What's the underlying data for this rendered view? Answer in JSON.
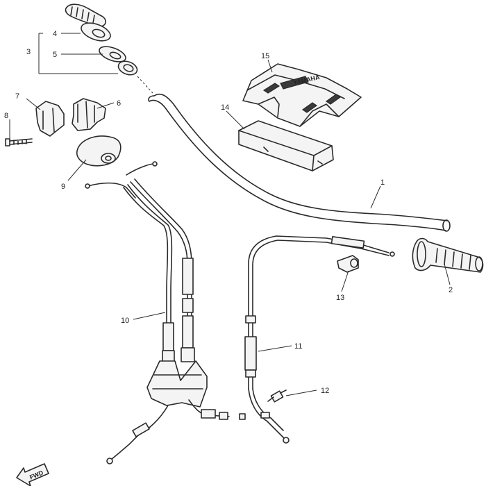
{
  "callouts": {
    "c1": "1",
    "c2": "2",
    "c3": "3",
    "c4": "4",
    "c5": "5",
    "c6": "6",
    "c7": "7",
    "c8": "8",
    "c9": "9",
    "c10": "10",
    "c11": "11",
    "c12": "12",
    "c13": "13",
    "c14": "14",
    "c15": "15"
  },
  "fwd_label": "FWD",
  "pad_logo_text": "YAMAHA"
}
